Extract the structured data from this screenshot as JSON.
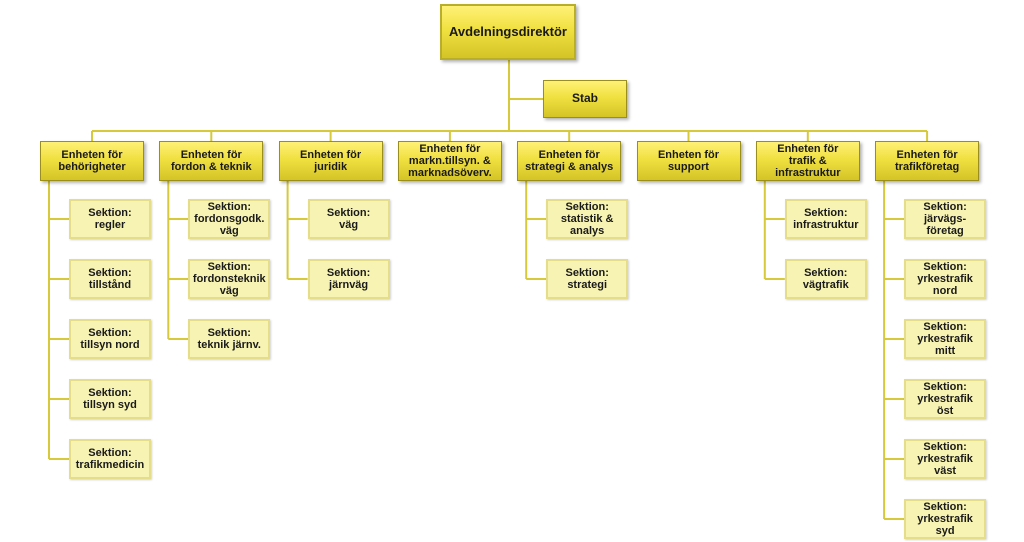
{
  "org_chart": {
    "director": "Avdelningsdirektör",
    "staff": "Stab",
    "units": [
      {
        "label": "Enheten för\nbehörigheter",
        "sections": [
          "Sektion:\nregler",
          "Sektion:\ntillstånd",
          "Sektion:\ntillsyn nord",
          "Sektion:\ntillsyn syd",
          "Sektion:\ntrafikmedicin"
        ]
      },
      {
        "label": "Enheten för\nfordon & teknik",
        "sections": [
          "Sektion:\nfordonsgodk.\nväg",
          "Sektion:\nfordonsteknik\nväg",
          "Sektion:\nteknik järnv."
        ]
      },
      {
        "label": "Enheten för\njuridik",
        "sections": [
          "Sektion:\nväg",
          "Sektion:\njärnväg"
        ]
      },
      {
        "label": "Enheten för\nmarkn.tillsyn. &\nmarknadsöverv.",
        "sections": []
      },
      {
        "label": "Enheten för\nstrategi & analys",
        "sections": [
          "Sektion:\nstatistik &\nanalys",
          "Sektion:\nstrategi"
        ]
      },
      {
        "label": "Enheten för\nsupport",
        "sections": []
      },
      {
        "label": "Enheten för\ntrafik &\ninfrastruktur",
        "sections": [
          "Sektion:\ninfrastruktur",
          "Sektion:\nvägtrafik"
        ]
      },
      {
        "label": "Enheten för\ntrafikföretag",
        "sections": [
          "Sektion:\njärvägs-\nföretag",
          "Sektion:\nyrkestrafik\nnord",
          "Sektion:\nyrkestrafik\nmitt",
          "Sektion:\nyrkestrafik\nöst",
          "Sektion:\nyrkestrafik\nväst",
          "Sektion:\nyrkestrafik\nsyd"
        ]
      }
    ]
  },
  "colors": {
    "box_yellow": "#f0e040",
    "section_fill": "#f7f3b2",
    "connector": "#d6c93a"
  }
}
